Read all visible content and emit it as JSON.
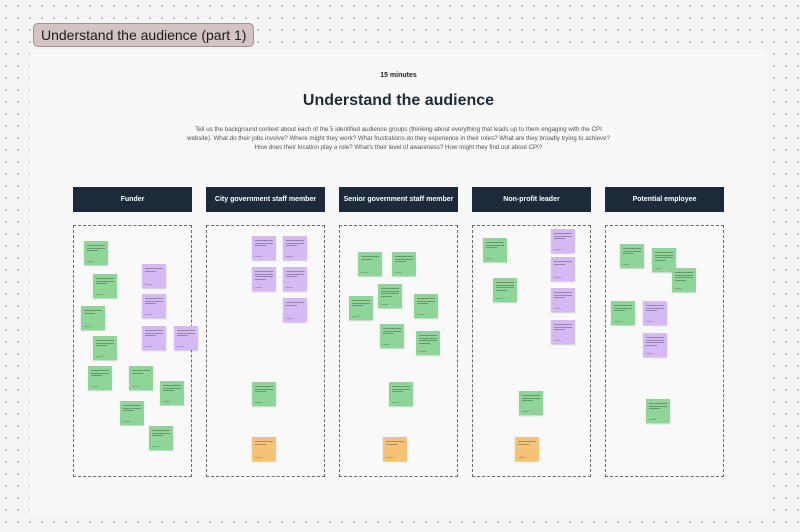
{
  "frame": {
    "label": "Understand the audience (part 1)"
  },
  "board": {
    "duration": "15 minutes",
    "title": "Understand the audience",
    "description": "Tell us the background context about each of the 5 identified audience groups (thinking about everything that leads up to them engaging with the CPI website). What do their jobs involve? Where might they work? What frustrations do they experience in their roles? What are they broadly trying to achieve? How does their location play a role? What's their level of awareness? How might they find out about CPI?"
  },
  "columns": [
    {
      "label": "Funder"
    },
    {
      "label": "City government staff member"
    },
    {
      "label": "Senior government staff member"
    },
    {
      "label": "Non-profit leader"
    },
    {
      "label": "Potential employee"
    }
  ],
  "colors": {
    "header_bg": "#1c2a39",
    "note_green": "#8ed598",
    "note_purple": "#d4b9f4",
    "note_orange": "#f6c275",
    "frame_label_bg": "#d2c4c3"
  }
}
